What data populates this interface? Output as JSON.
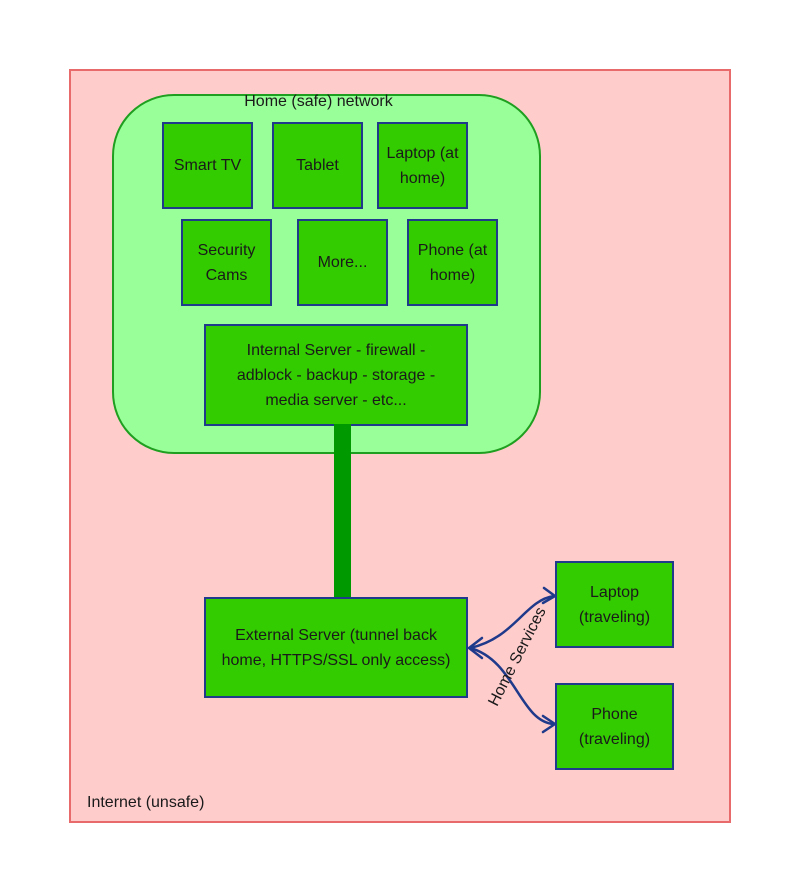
{
  "zones": {
    "internet_label": "Internet (unsafe)",
    "home_label": "Home (safe) network"
  },
  "devices": {
    "smart_tv": "Smart TV",
    "tablet": "Tablet",
    "laptop_home": "Laptop (at home)",
    "security_cams": "Security Cams",
    "more": "More...",
    "phone_home": "Phone (at home)",
    "internal_server": "Internal Server - firewall - adblock - backup - storage - media server - etc...",
    "external_server": "External Server (tunnel back home, HTTPS/SSL only access)",
    "laptop_traveling": "Laptop (traveling)",
    "phone_traveling": "Phone (traveling)"
  },
  "edges": {
    "home_services_label": "Home Services"
  },
  "colors": {
    "internet_fill": "#ffcccc",
    "internet_border": "#e86a6a",
    "home_fill": "#99ff99",
    "home_border": "#1f9f1f",
    "node_fill": "#33cc00",
    "node_border": "#1f3a8a",
    "tunnel_link": "#009900",
    "arrow": "#1f3a8a"
  }
}
